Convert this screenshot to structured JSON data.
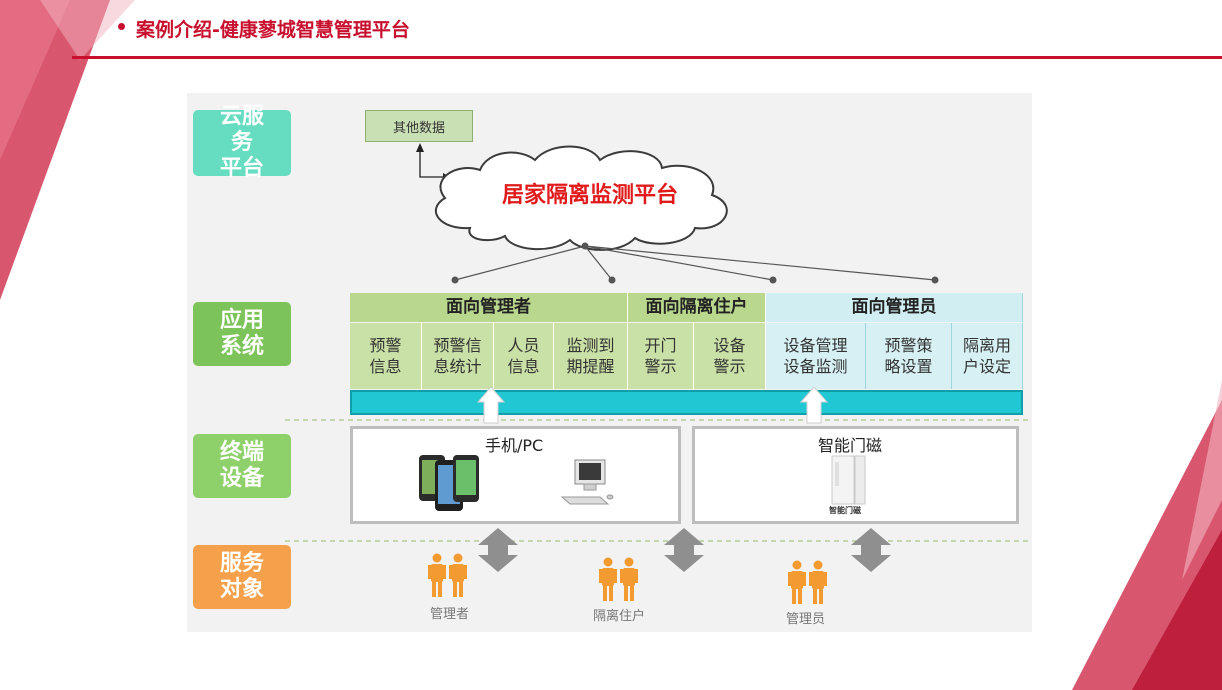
{
  "header": {
    "title": "案例介绍-健康蓼城智慧管理平台"
  },
  "diagram": {
    "side_labels": {
      "cloud": [
        "云服务",
        "平台"
      ],
      "app": [
        "应用",
        "系统"
      ],
      "terminal": [
        "终端",
        "设备"
      ],
      "service": [
        "服务",
        "对象"
      ]
    },
    "other_data": "其他数据",
    "cloud_platform": "居家隔离监测平台",
    "groups": {
      "manager": "面向管理者",
      "resident": "面向隔离住户",
      "admin": "面向管理员"
    },
    "modules": {
      "m1": [
        "预警",
        "信息"
      ],
      "m2": [
        "预警信",
        "息统计"
      ],
      "m3": [
        "人员",
        "信息"
      ],
      "m4": [
        "监测到",
        "期提醒"
      ],
      "m5": [
        "开门",
        "警示"
      ],
      "m6": [
        "设备",
        "警示"
      ],
      "m7": [
        "设备管理",
        "设备监测"
      ],
      "m8": [
        "预警策",
        "略设置"
      ],
      "m9": [
        "隔离用",
        "户设定"
      ]
    },
    "devices": {
      "phone_pc": "手机/PC",
      "door_sensor": "智能门磁",
      "door_sensor_caption": "智能门磁"
    },
    "service_targets": {
      "manager": "管理者",
      "resident": "隔离住户",
      "admin": "管理员"
    }
  },
  "colors": {
    "brand_red": "#c8102e",
    "cloud_label": "#66dcc0",
    "app_label": "#7cc35a",
    "terminal_label": "#8ed06a",
    "service_label": "#f5a04a",
    "cyan_bar": "#21c8d4",
    "person_orange": "#f39a30"
  },
  "icons": [
    "phone-icon",
    "pc-icon",
    "door-sensor-icon",
    "person-icon",
    "cloud-icon",
    "double-arrow-icon"
  ]
}
